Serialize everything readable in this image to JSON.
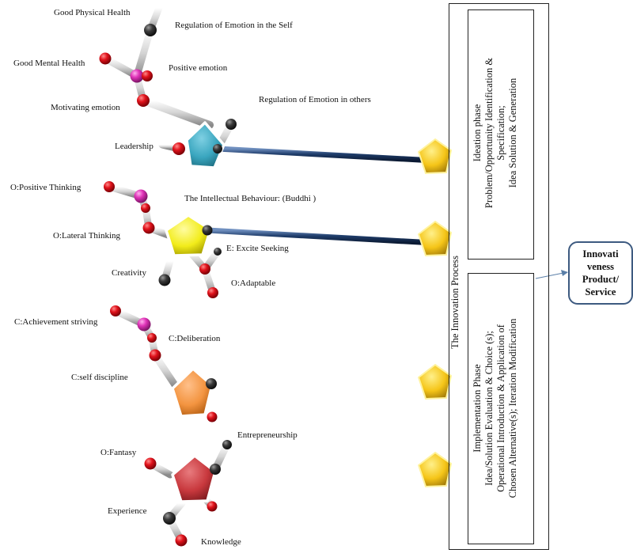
{
  "labels": {
    "good_physical_health": "Good Physical Health",
    "regulation_self": "Regulation of Emotion in the Self",
    "good_mental_health": "Good Mental Health",
    "positive_emotion": "Positive emotion",
    "motivating_emotion": "Motivating emotion",
    "regulation_others": "Regulation of Emotion in others",
    "leadership": "Leadership",
    "positive_thinking": "O:Positive Thinking",
    "intellectual_behaviour": "The Intellectual Behaviour:  (Buddhi )",
    "lateral_thinking": "O:Lateral Thinking",
    "excite_seeking": "E: Excite Seeking",
    "creativity": "Creativity",
    "adaptable": "O:Adaptable",
    "achievement_striving": "C:Achievement striving",
    "deliberation": "C:Deliberation",
    "self_discipline": "C:self discipline",
    "entrepreneurship": "Entrepreneurship",
    "fantasy": "O:Fantasy",
    "experience": "Experience",
    "knowledge": "Knowledge"
  },
  "process": {
    "title": "The Innovation Process",
    "ideation_lines": [
      "Ideation phase",
      "Problem/Opportunity Identification &",
      "Specification;",
      "Idea Solution & Generation"
    ],
    "implementation_lines": [
      "Implementation Phase",
      "Idea/Solution Evaluation & Choice (s);",
      "Operational Introduction & Application of",
      "Chosen Alternative(s);  Iteration Modification"
    ]
  },
  "output": {
    "lines": [
      "Innovati",
      "veness",
      "Product/",
      "Service"
    ]
  },
  "colors": {
    "teal_pentagon": "#3aa6bf",
    "yellow_pentagon": "#f2ec1a",
    "orange_pentagon": "#f39440",
    "red_pentagon": "#c8383d",
    "gold_pentagon": "#f5c518",
    "rod": "#1f3d6b",
    "red_atom": "#e0121b",
    "magenta_atom": "#e033b8",
    "dark_atom": "#3a3a3a",
    "output_border": "#3d5a80"
  }
}
